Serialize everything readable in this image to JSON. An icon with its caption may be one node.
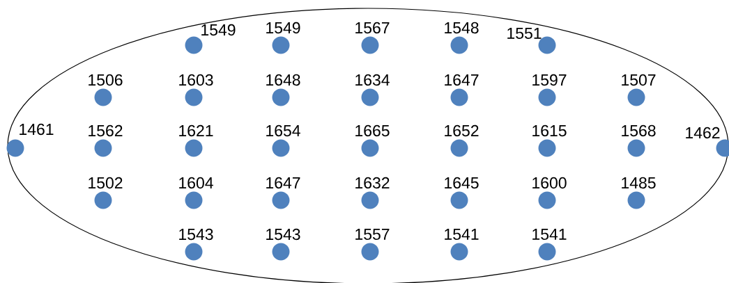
{
  "diagram": {
    "nodes": [
      {
        "text": [],
        "shape": "ellipse"
      },
      {
        "text": [],
        "shape": "circle",
        "beside": [
          "1549"
        ],
        "in": 0
      },
      {
        "text": [],
        "shape": "circle",
        "beside": [
          "1549"
        ],
        "in": 0
      },
      {
        "text": [],
        "shape": "circle",
        "beside": [
          "1567"
        ],
        "in": 0
      },
      {
        "text": [],
        "shape": "circle",
        "beside": [
          "1548"
        ],
        "in": 0
      },
      {
        "text": [],
        "shape": "circle",
        "beside": [
          "1551"
        ],
        "in": 0
      },
      {
        "text": [],
        "shape": "circle",
        "beside": [
          "1506"
        ],
        "in": 0
      },
      {
        "text": [],
        "shape": "circle",
        "beside": [
          "1603"
        ],
        "in": 0
      },
      {
        "text": [],
        "shape": "circle",
        "beside": [
          "1648"
        ],
        "in": 0
      },
      {
        "text": [],
        "shape": "circle",
        "beside": [
          "1634"
        ],
        "in": 0
      },
      {
        "text": [],
        "shape": "circle",
        "beside": [
          "1647"
        ],
        "in": 0
      },
      {
        "text": [],
        "shape": "circle",
        "beside": [
          "1597"
        ],
        "in": 0
      },
      {
        "text": [],
        "shape": "circle",
        "beside": [
          "1507"
        ],
        "in": 0
      },
      {
        "text": [],
        "shape": "circle",
        "beside": [
          "1461"
        ],
        "in": 0
      },
      {
        "text": [],
        "shape": "circle",
        "beside": [
          "1562"
        ],
        "in": 0
      },
      {
        "text": [],
        "shape": "circle",
        "beside": [
          "1621"
        ],
        "in": 0
      },
      {
        "text": [],
        "shape": "circle",
        "beside": [
          "1654"
        ],
        "in": 0
      },
      {
        "text": [],
        "shape": "circle",
        "beside": [
          "1665"
        ],
        "in": 0
      },
      {
        "text": [],
        "shape": "circle",
        "beside": [
          "1652"
        ],
        "in": 0
      },
      {
        "text": [],
        "shape": "circle",
        "beside": [
          "1615"
        ],
        "in": 0
      },
      {
        "text": [],
        "shape": "circle",
        "beside": [
          "1568"
        ],
        "in": 0
      },
      {
        "text": [],
        "shape": "circle",
        "beside": [
          "1462"
        ],
        "in": 0
      },
      {
        "text": [],
        "shape": "circle",
        "beside": [
          "1502"
        ],
        "in": 0
      },
      {
        "text": [],
        "shape": "circle",
        "beside": [
          "1604"
        ],
        "in": 0
      },
      {
        "text": [],
        "shape": "circle",
        "beside": [
          "1647"
        ],
        "in": 0
      },
      {
        "text": [],
        "shape": "circle",
        "beside": [
          "1632"
        ],
        "in": 0
      },
      {
        "text": [],
        "shape": "circle",
        "beside": [
          "1645"
        ],
        "in": 0
      },
      {
        "text": [],
        "shape": "circle",
        "beside": [
          "1600"
        ],
        "in": 0
      },
      {
        "text": [],
        "shape": "circle",
        "beside": [
          "1485"
        ],
        "in": 0
      },
      {
        "text": [],
        "shape": "circle",
        "beside": [
          "1543"
        ],
        "in": 0
      },
      {
        "text": [],
        "shape": "circle",
        "beside": [
          "1543"
        ],
        "in": 0
      },
      {
        "text": [],
        "shape": "circle",
        "beside": [
          "1557"
        ],
        "in": 0
      },
      {
        "text": [],
        "shape": "circle",
        "beside": [
          "1541"
        ],
        "in": 0
      },
      {
        "text": [],
        "shape": "circle",
        "beside": [
          "1541"
        ],
        "in": 0
      }
    ]
  }
}
